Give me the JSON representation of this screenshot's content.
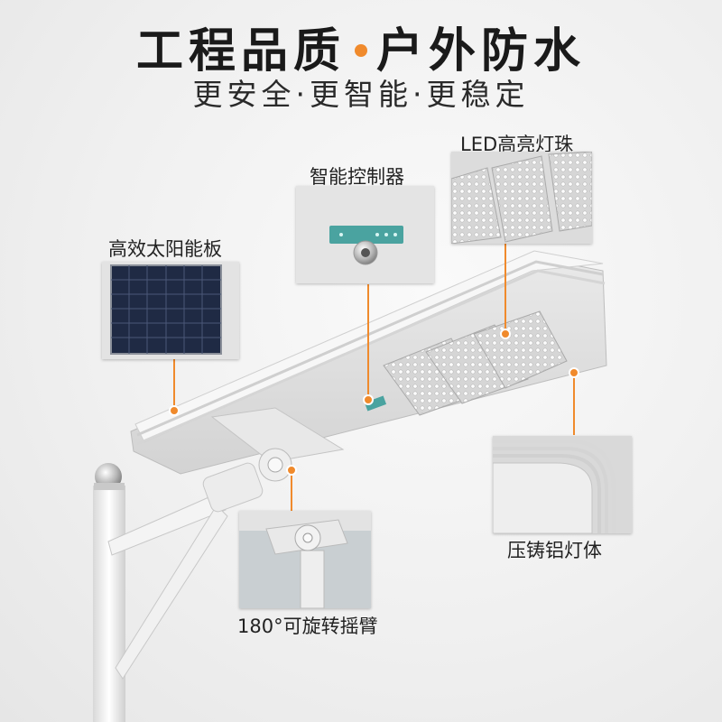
{
  "header": {
    "title_left": "工程品质",
    "title_right": "户外防水",
    "subtitle": "更安全·更智能·更稳定"
  },
  "callouts": {
    "solar_panel": "高效太阳能板",
    "controller": "智能控制器",
    "led_beads": "LED高亮灯珠",
    "housing": "压铸铝灯体",
    "arm": "180°可旋转摇臂"
  },
  "colors": {
    "accent": "#f08a2c",
    "title": "#1a1a1a",
    "body": "#2a2a2a"
  }
}
